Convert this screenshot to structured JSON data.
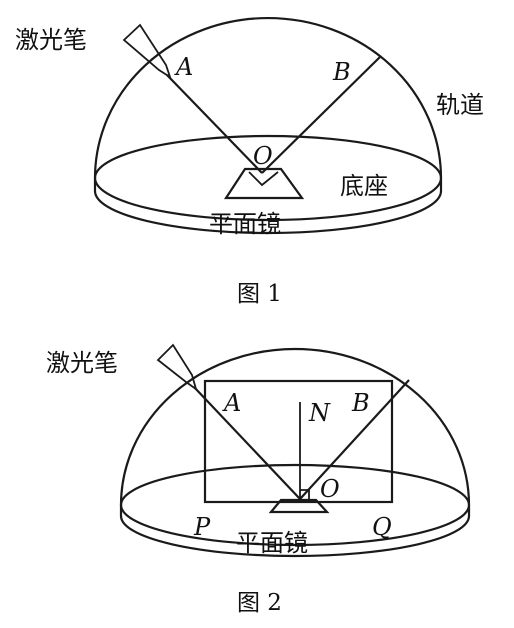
{
  "figure1": {
    "pen_label": "激光笔",
    "point_a": "A",
    "point_b": "B",
    "point_o": "O",
    "track_label": "轨道",
    "base_label": "底座",
    "mirror_label": "平面镜",
    "caption": "图 1"
  },
  "figure2": {
    "pen_label": "激光笔",
    "point_a": "A",
    "point_b": "B",
    "point_n": "N",
    "point_o": "O",
    "point_p": "P",
    "point_q": "Q",
    "mirror_label": "平面镜",
    "caption": "图 2"
  }
}
